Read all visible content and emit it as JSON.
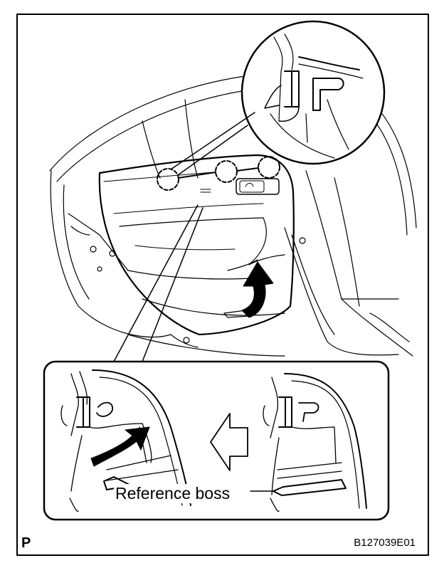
{
  "panel_letter": "P",
  "drawing_code": "B127039E01",
  "callout_label": "Reference boss",
  "colors": {
    "line": "#000000",
    "background": "#ffffff"
  },
  "icons": {
    "removal_direction": "black-curved-arrow-icon",
    "sequence_direction": "hollow-left-arrow-icon",
    "clip_marker": "dashed-circle-icon"
  }
}
